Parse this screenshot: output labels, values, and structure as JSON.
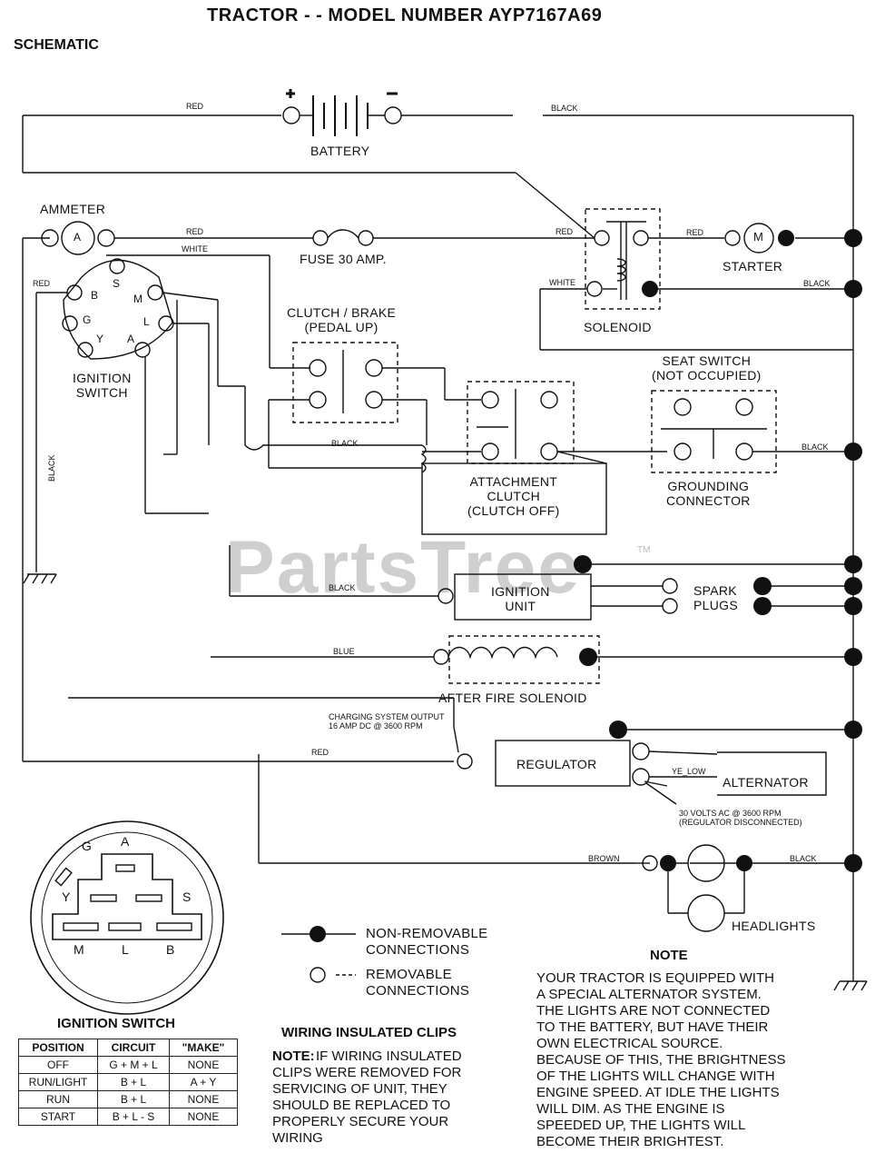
{
  "title": "TRACTOR - - MODEL NUMBER AYP7167A69",
  "subtitle": "SCHEMATIC",
  "watermark": "PartsTree",
  "trademark": "TM",
  "components": {
    "battery": "BATTERY",
    "ammeter": "AMMETER",
    "ammeter_symbol": "A",
    "fuse": "FUSE 30 AMP.",
    "starter": "STARTER",
    "starter_symbol": "M",
    "solenoid": "SOLENOID",
    "ignition_switch": "IGNITION\nSWITCH",
    "clutch_brake": "CLUTCH / BRAKE\n(PEDAL UP)",
    "seat_switch": "SEAT SWITCH\n(NOT OCCUPIED)",
    "grounding_connector": "GROUNDING\nCONNECTOR",
    "attachment_clutch": "ATTACHMENT\nCLUTCH\n(CLUTCH OFF)",
    "ignition_unit": "IGNITION\nUNIT",
    "spark_plugs": "SPARK\nPLUGS",
    "after_fire": "AFTER FIRE SOLENOID",
    "regulator": "REGULATOR",
    "alternator": "ALTERNATOR",
    "headlights": "HEADLIGHTS"
  },
  "switch_terminals": [
    "S",
    "B",
    "M",
    "G",
    "L",
    "Y",
    "A"
  ],
  "connector_terminals": [
    "G",
    "A",
    "Y",
    "S",
    "M",
    "L",
    "B"
  ],
  "wire_labels": {
    "red_top": "RED",
    "black_top": "BLACK",
    "red_ammeter": "RED",
    "white_ammeter": "WHITE",
    "red_switch": "RED",
    "red_solenoid": "RED",
    "red_starter": "RED",
    "white_solenoid": "WHITE",
    "black_solenoid": "BLACK",
    "black_mid": "BLACK",
    "black_seat": "BLACK",
    "black_vertical": "BLACK",
    "black_ignition": "BLACK",
    "blue": "BLUE",
    "red_regulator": "RED",
    "yellow": "YE_LOW",
    "brown": "BROWN",
    "black_headlight": "BLACK"
  },
  "notes_small": {
    "charging": "CHARGING SYSTEM OUTPUT\n16 AMP DC @ 3600 RPM",
    "alt_volts": "30 VOLTS AC @ 3600 RPM\n(REGULATOR DISCONNECTED)"
  },
  "legend": {
    "non_removable": "NON-REMOVABLE\nCONNECTIONS",
    "removable": "REMOVABLE\nCONNECTIONS"
  },
  "ignition_table": {
    "caption": "IGNITION SWITCH",
    "headers": [
      "POSITION",
      "CIRCUIT",
      "\"MAKE\""
    ],
    "rows": [
      [
        "OFF",
        "G + M + L",
        "NONE"
      ],
      [
        "RUN/LIGHT",
        "B + L",
        "A + Y"
      ],
      [
        "RUN",
        "B + L",
        "NONE"
      ],
      [
        "START",
        "B + L - S",
        "NONE"
      ]
    ]
  },
  "clips": {
    "heading": "WIRING INSULATED CLIPS",
    "note_label": "NOTE:",
    "text": "IF WIRING INSULATED\nCLIPS WERE REMOVED FOR\nSERVICING OF UNIT, THEY\nSHOULD BE REPLACED TO\nPROPERLY SECURE YOUR\nWIRING"
  },
  "note": {
    "heading": "NOTE",
    "text": "YOUR TRACTOR IS EQUIPPED WITH\nA SPECIAL ALTERNATOR SYSTEM.\nTHE LIGHTS ARE NOT CONNECTED\nTO THE BATTERY, BUT HAVE THEIR\nOWN ELECTRICAL SOURCE.\nBECAUSE OF THIS, THE BRIGHTNESS\nOF THE LIGHTS WILL CHANGE WITH\nENGINE SPEED. AT IDLE THE LIGHTS\nWILL DIM. AS THE ENGINE IS\nSPEEDED UP, THE LIGHTS WILL\nBECOME THEIR BRIGHTEST."
  }
}
